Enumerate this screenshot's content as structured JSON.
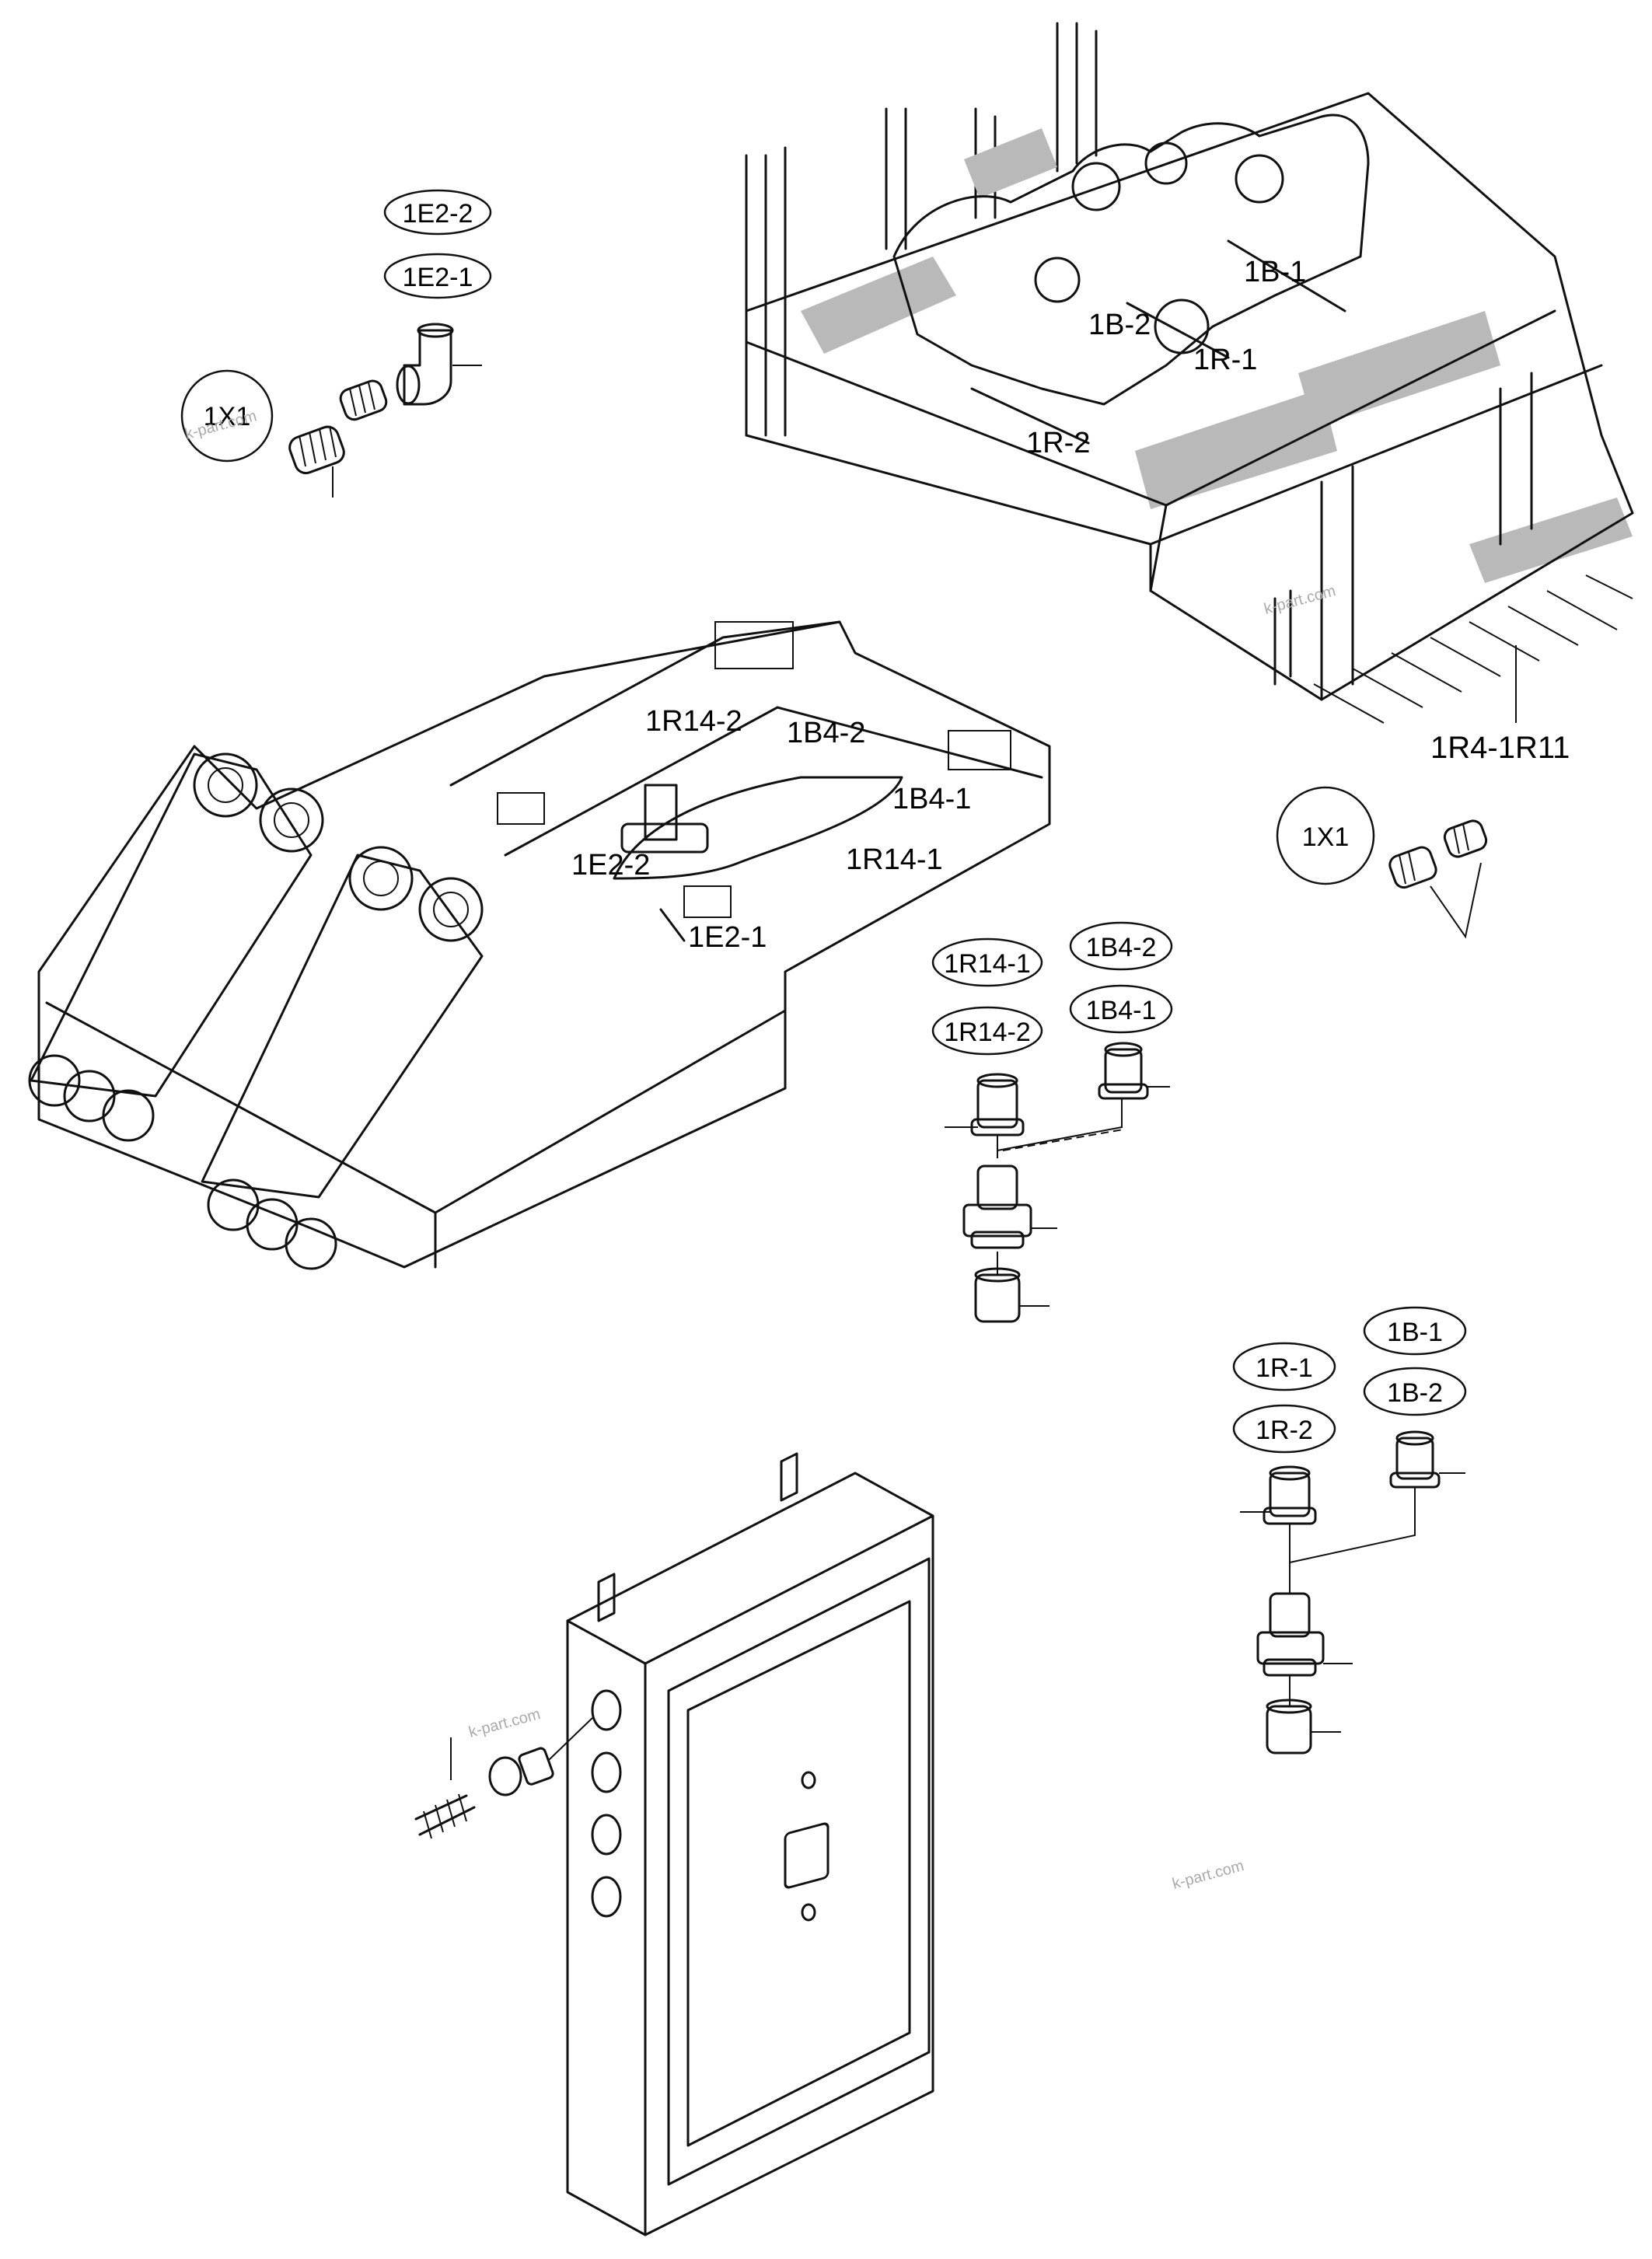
{
  "callouts": {
    "e2_2": "1E2-2",
    "e2_1": "1E2-1",
    "x1_top": "1X1",
    "x1_right": "1X1",
    "b_1": "1B-1",
    "b_2": "1B-2",
    "r_1": "1R-1",
    "r_2": "1R-2",
    "r4_r11": "1R4-1R11",
    "r14_2": "1R14-2",
    "b4_2": "1B4-2",
    "b4_1": "1B4-1",
    "r14_1": "1R14-1"
  },
  "bubbles": {
    "r14_1": "1R14-1",
    "r14_2": "1R14-2",
    "b4_2": "1B4-2",
    "b4_1": "1B4-1",
    "b_1": "1B-1",
    "b_2": "1B-2",
    "r_1": "1R-1",
    "r_2": "1R-2"
  },
  "watermark": "k-part.com"
}
